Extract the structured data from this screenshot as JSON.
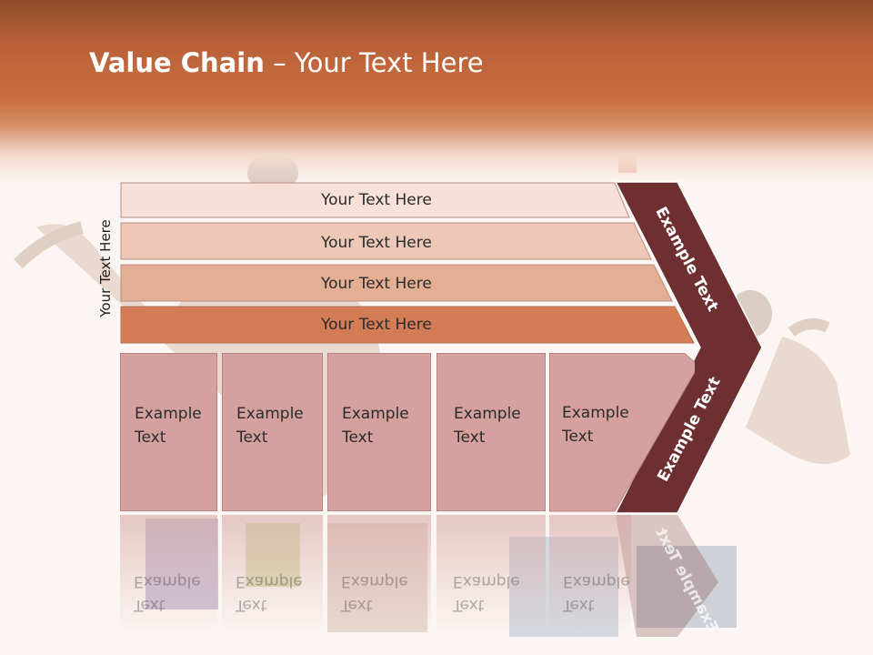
{
  "title": {
    "bold": "Value Chain",
    "rest": " – Your Text Here"
  },
  "vertical_label": "Your Text Here",
  "bars": [
    {
      "label": "Your Text Here",
      "color": "#f6e0d7"
    },
    {
      "label": "Your Text Here",
      "color": "#edc8b6"
    },
    {
      "label": "Your Text Here",
      "color": "#e4ae93"
    },
    {
      "label": "Your Text Here",
      "color": "#d47c55"
    }
  ],
  "chevron_labels": {
    "upper": "Example Text",
    "lower": "Example Text"
  },
  "cells": [
    {
      "line1": "Example",
      "line2": "Text"
    },
    {
      "line1": "Example",
      "line2": "Text"
    },
    {
      "line1": "Example",
      "line2": "Text"
    },
    {
      "line1": "Example",
      "line2": "Text"
    },
    {
      "line1": "Example",
      "line2": "Text"
    }
  ],
  "colors": {
    "chevron": "#6e2f31",
    "header": "#c06a3e",
    "cell": "#d4a19f"
  }
}
